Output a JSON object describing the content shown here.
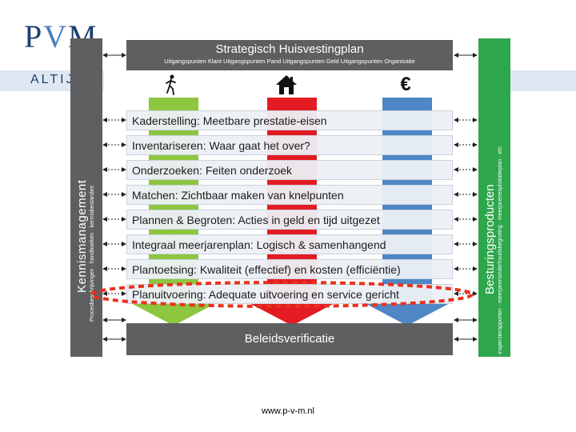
{
  "logo": {
    "p": "P",
    "v": "V",
    "m": "M"
  },
  "tagline": "ALTIJD",
  "top": {
    "title": "Strategisch Huisvestingplan",
    "subtitle": "Uitgangspunten Klant   Uitgangspunten Pand   Uitgangspunten Geld   Uitgangspunten Organisatie"
  },
  "left_bar": {
    "title": "Kennismanagement",
    "subtitle": "Procesbeschrijvingen · handboeken · kennisbestanden"
  },
  "right_bar": {
    "title": "Besturingsproducten",
    "subtitle": "MJEH · inspectierapporten · meerjarenonderhoudsbegroting · meerjarenexploitatieplan · etc"
  },
  "icons": {
    "walker": "walking-person-icon",
    "house": "house-icon",
    "euro": "€"
  },
  "rows": [
    {
      "label": "Kaderstelling: Meetbare prestatie-eisen"
    },
    {
      "label": "Inventariseren: Waar gaat het over?"
    },
    {
      "label": "Onderzoeken: Feiten onderzoek"
    },
    {
      "label": "Matchen: Zichtbaar maken van knelpunten"
    },
    {
      "label": "Plannen & Begroten: Acties in geld en tijd uitgezet"
    },
    {
      "label": "Integraal meerjarenplan: Logisch & samenhangend"
    },
    {
      "label": "Plantoetsing: Kwaliteit (effectief) en kosten (efficiëntie)"
    },
    {
      "label": "Planuitvoering: Adequate uitvoering en service gericht"
    }
  ],
  "bottom": {
    "title": "Beleidsverificatie"
  },
  "colors": {
    "green": "#8dc63f",
    "red": "#e31b23",
    "blue": "#4f86c6",
    "gray": "#5d5f60",
    "side_green": "#2ea64b",
    "highlight": "#e8321c"
  },
  "footer": "www.p-v-m.nl"
}
